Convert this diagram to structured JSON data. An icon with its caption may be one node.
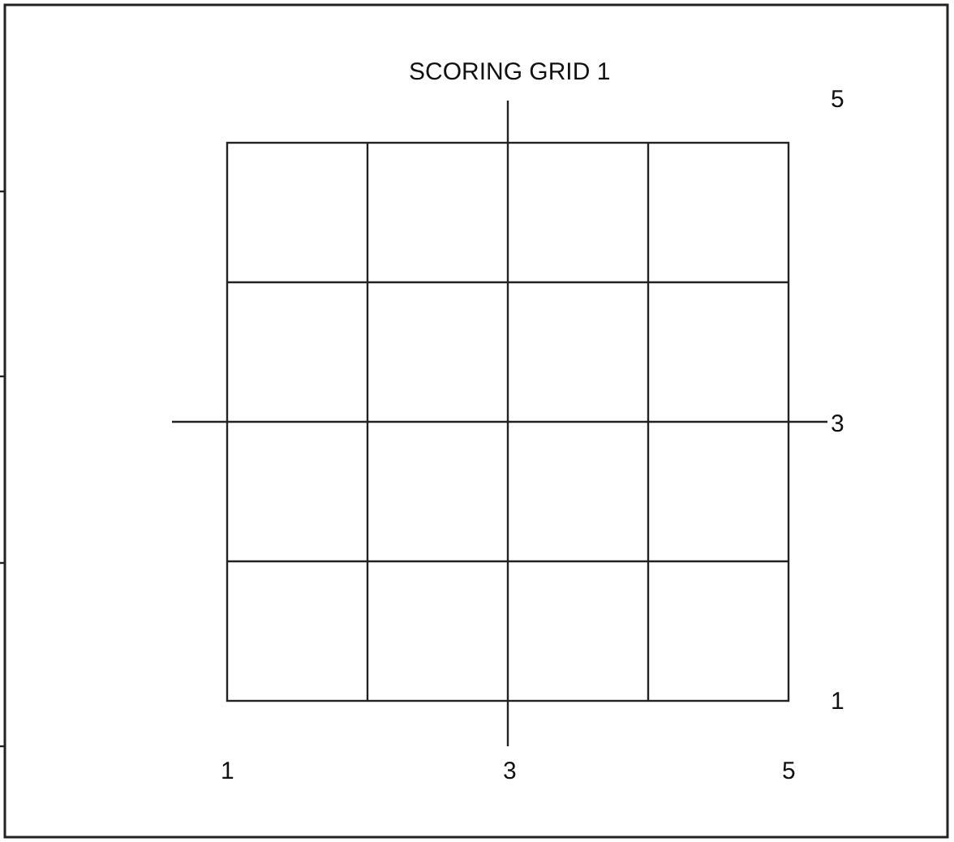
{
  "diagram": {
    "title": "SCORING GRID 1",
    "labels": [
      "5",
      "3",
      "1",
      "1",
      "3",
      "5"
    ]
  }
}
